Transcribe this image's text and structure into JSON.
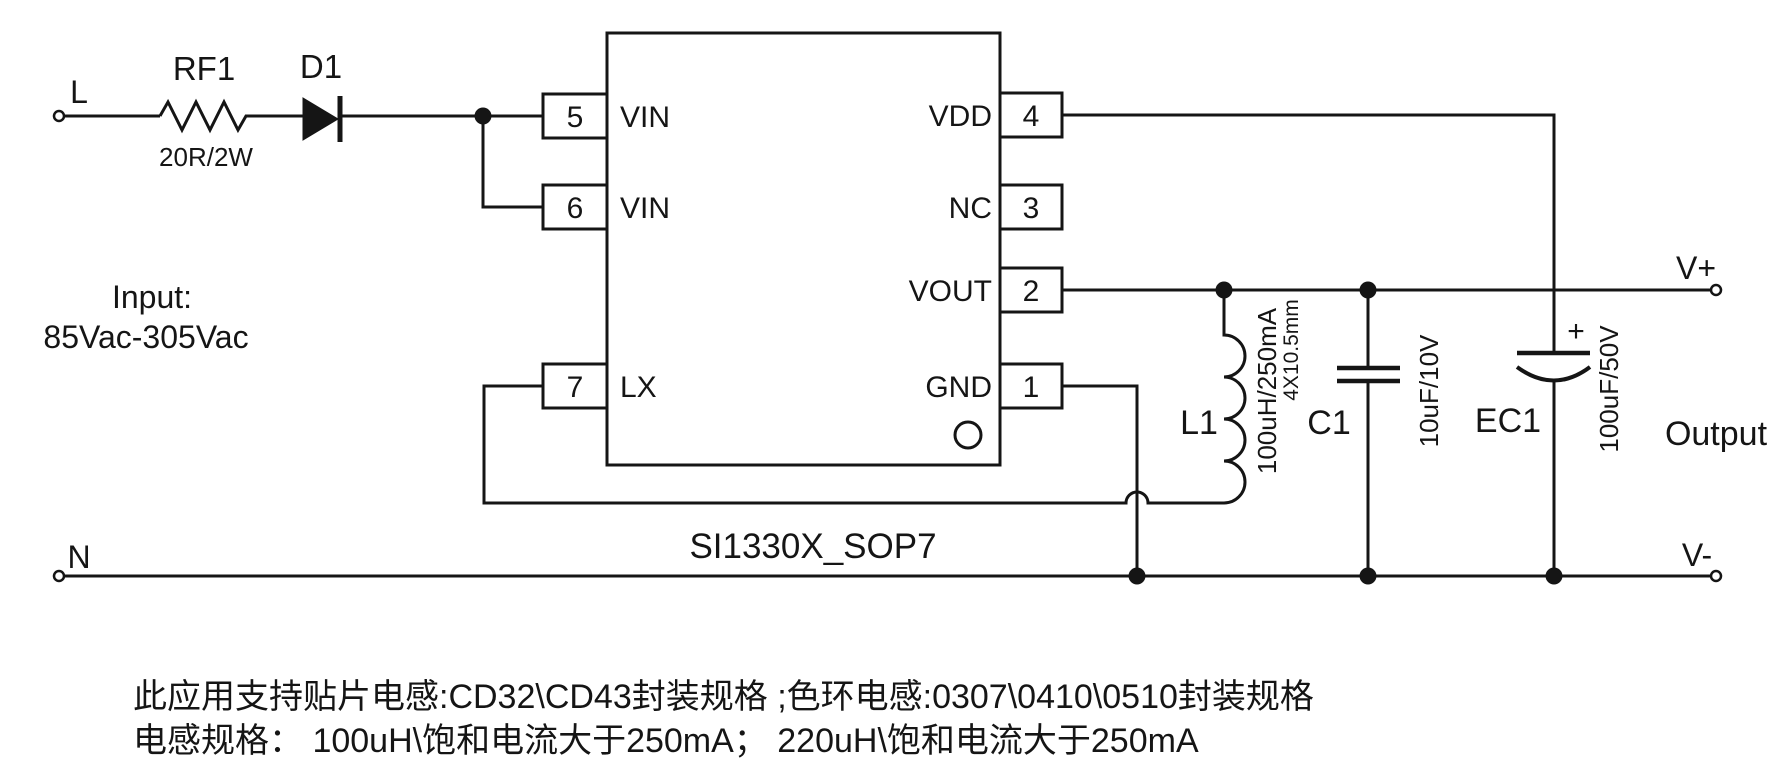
{
  "schematic": {
    "terminals": {
      "live": "L",
      "neutral": "N",
      "vplus": "V+",
      "vminus": "V-"
    },
    "input_note": {
      "title": "Input:",
      "range": "85Vac-305Vac"
    },
    "output_label": "Output",
    "chip": {
      "part_label": "SI1330X_SOP7",
      "pins": {
        "p5": {
          "number": "5",
          "name": "VIN"
        },
        "p6": {
          "number": "6",
          "name": "VIN"
        },
        "p7": {
          "number": "7",
          "name": "LX"
        },
        "p4": {
          "number": "4",
          "name": "VDD"
        },
        "p3": {
          "number": "3",
          "name": "NC"
        },
        "p2": {
          "number": "2",
          "name": "VOUT"
        },
        "p1": {
          "number": "1",
          "name": "GND"
        }
      }
    },
    "components": {
      "rf1": {
        "ref": "RF1",
        "value": "20R/2W"
      },
      "d1": {
        "ref": "D1"
      },
      "l1": {
        "ref": "L1",
        "value": "100uH/250mA",
        "size": "4X10.5mm"
      },
      "c1": {
        "ref": "C1",
        "value": "10uF/10V"
      },
      "ec1": {
        "ref": "EC1",
        "value": "100uF/50V",
        "polarity": "+"
      }
    }
  },
  "notes": {
    "line1": "此应用支持贴片电感:CD32\\CD43封装规格 ;色环电感:0307\\0410\\0510封装规格",
    "line2": "电感规格： 100uH\\饱和电流大于250mA； 220uH\\饱和电流大于250mA"
  },
  "colors": {
    "ink": "#151515",
    "background": "#ffffff"
  }
}
